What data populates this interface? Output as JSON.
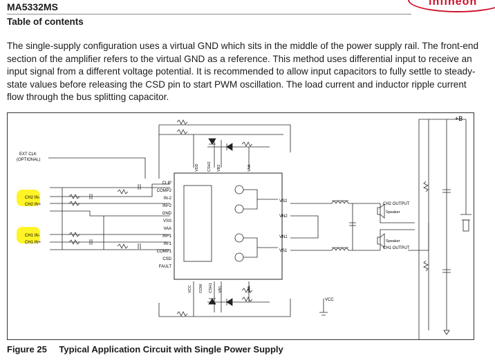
{
  "header": {
    "doc_title": "MA5332MS",
    "section_title": "Table of contents",
    "logo_text": "infineon"
  },
  "paragraph": "The single-supply configuration uses a virtual GND which sits in the middle of the power supply rail. The front-end section of the amplifier refers to the virtual GND as a reference. This method uses differential input to receive an input signal from a different voltage potential. It is recommended to allow input capacitors to fully settle to steady-state values before releasing the CSD pin to start PWM oscillation. The load current and inductor ripple current flow through the bus splitting capacitor.",
  "figure": {
    "caption_number": "Figure 25",
    "caption_title": "Typical Application Circuit with Single Power Supply",
    "rail_label": "+B",
    "ext_clk_label": "EXT CLK",
    "ext_clk_sub": "(OPTIONAL)",
    "inputs": [
      "CH2 IN-",
      "CH2 IN+",
      "CH1 IN-",
      "CH1 IN+"
    ],
    "left_pins": [
      "CLIP",
      "COMP2",
      "IN-2",
      "IN+2",
      "GND",
      "VSS",
      "VAA",
      "IN+1",
      "IN-1",
      "COMP1",
      "CSD",
      "FAULT"
    ],
    "top_pins": [
      "VDD",
      "CSH2",
      "VB2",
      "VAA"
    ],
    "bottom_pins": [
      "VCC",
      "COM",
      "CSH1",
      "VB1",
      "VAA"
    ],
    "right_pins": [
      "VS2",
      "VN2",
      "VN1",
      "VS1"
    ],
    "outputs": {
      "ch2_output": "CH2 OUTPUT",
      "ch1_output": "CH1 OUTPUT",
      "speaker": "Speaker"
    },
    "vcc_label": "VCC",
    "highlight_color": "#fff200"
  }
}
